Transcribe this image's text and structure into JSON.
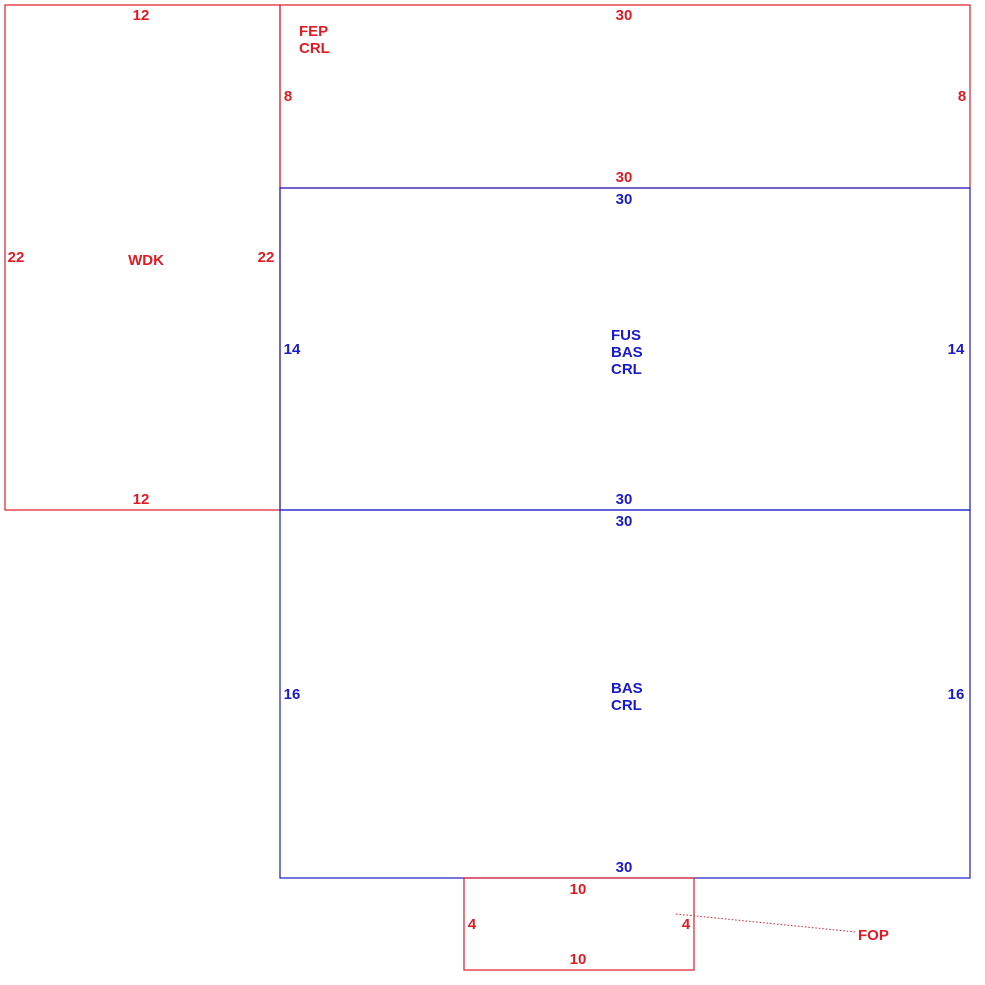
{
  "colors": {
    "red": "#e01b24",
    "blue": "#1a1acc",
    "background": "#ffffff"
  },
  "areas": {
    "wdk": {
      "label_lines": [
        "WDK"
      ],
      "top": "12",
      "bottom": "12",
      "left": "22",
      "right": "22"
    },
    "fep": {
      "label_lines": [
        "FEP",
        "CRL"
      ],
      "top": "30",
      "bottom": "30",
      "left": "8",
      "right": "8"
    },
    "fus": {
      "label_lines": [
        "FUS",
        "BAS",
        "CRL"
      ],
      "top": "30",
      "bottom": "30",
      "left": "14",
      "right": "14"
    },
    "bas": {
      "label_lines": [
        "BAS",
        "CRL"
      ],
      "top": "30",
      "bottom": "30",
      "left": "16",
      "right": "16"
    },
    "fop": {
      "label_lines": [
        "FOP"
      ],
      "top": "10",
      "bottom": "10",
      "left": "4",
      "right": "4"
    }
  }
}
